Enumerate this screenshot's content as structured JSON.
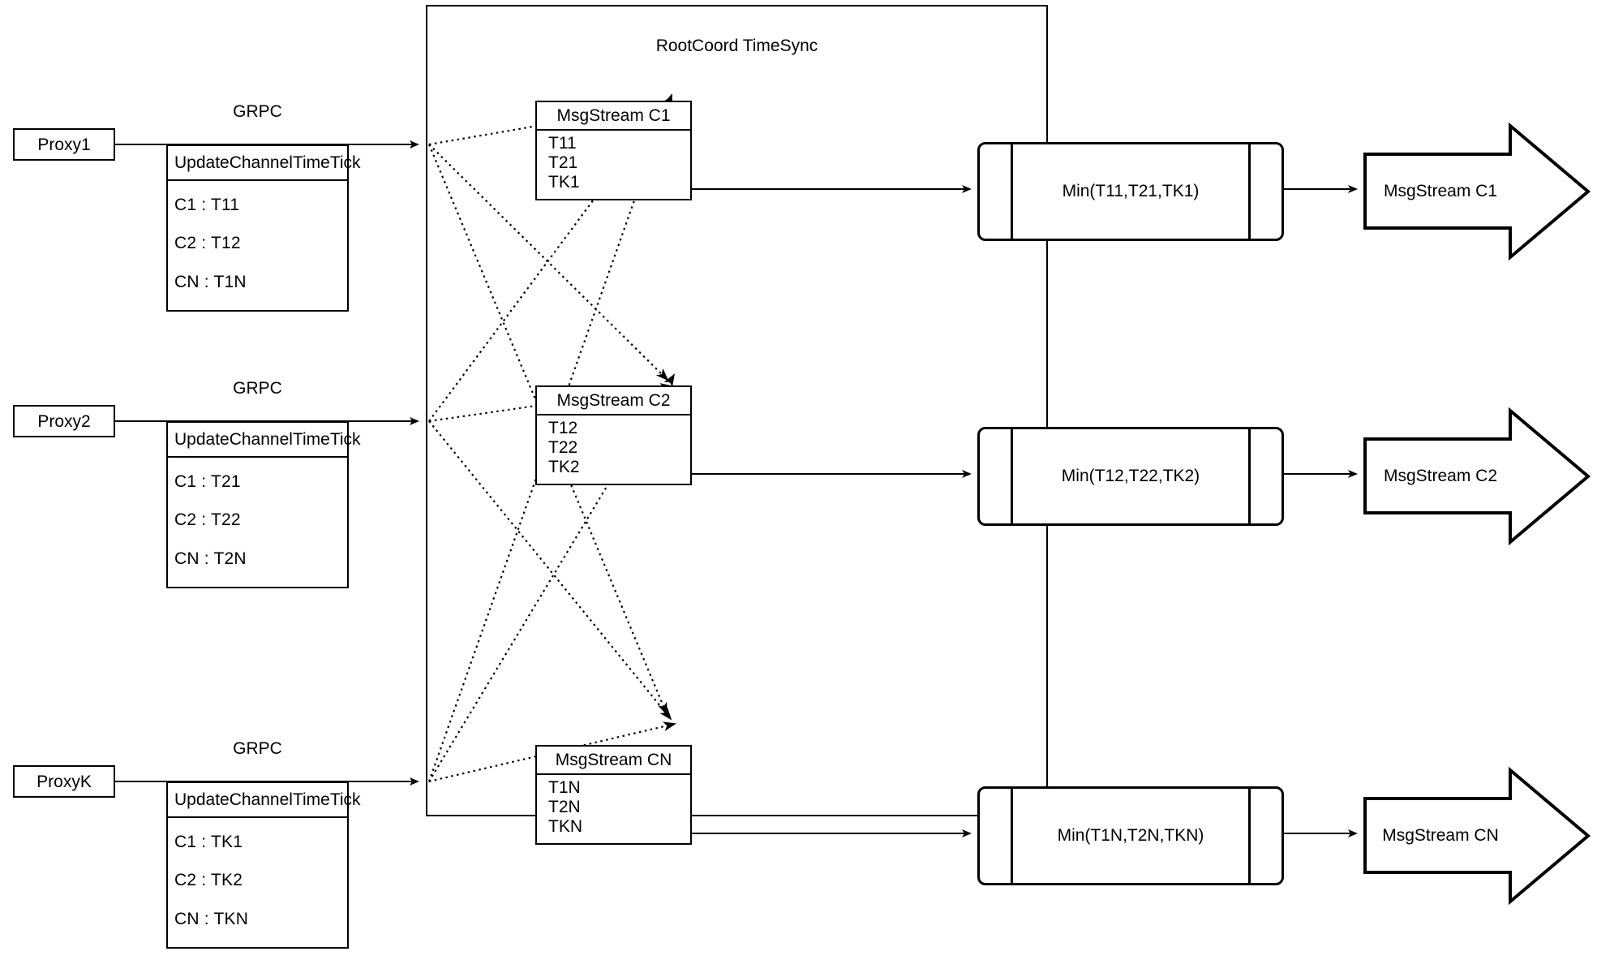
{
  "diagram": {
    "title": "RootCoord TimeSync",
    "grpc_label": "GRPC",
    "tick_header": "UpdateChannelTimeTick"
  },
  "proxies": [
    {
      "name": "Proxy1",
      "link_label": "GRPC",
      "tick_header": "UpdateChannelTimeTick",
      "rows": [
        "C1 :  T11",
        "C2 :  T12",
        "CN : T1N"
      ]
    },
    {
      "name": "Proxy2",
      "link_label": "GRPC",
      "tick_header": "UpdateChannelTimeTick",
      "rows": [
        "C1 :  T21",
        "C2 :  T22",
        "CN : T2N"
      ]
    },
    {
      "name": "ProxyK",
      "link_label": "GRPC",
      "tick_header": "UpdateChannelTimeTick",
      "rows": [
        "C1 :  TK1",
        "C2 :  TK2",
        "CN : TKN"
      ]
    }
  ],
  "channels": [
    {
      "msgstream_title": "MsgStream C1",
      "ticks": [
        "T11",
        "T21",
        "TK1"
      ],
      "min_label": "Min(T11,T21,TK1)",
      "output_label": "MsgStream C1"
    },
    {
      "msgstream_title": "MsgStream C2",
      "ticks": [
        "T12",
        "T22",
        "TK2"
      ],
      "min_label": "Min(T12,T22,TK2)",
      "output_label": "MsgStream C2"
    },
    {
      "msgstream_title": "MsgStream CN",
      "ticks": [
        "T1N",
        "T2N",
        "TKN"
      ],
      "min_label": "Min(T1N,T2N,TKN)",
      "output_label": "MsgStream CN"
    }
  ],
  "colors": {
    "stroke": "#000000",
    "background": "#ffffff"
  }
}
